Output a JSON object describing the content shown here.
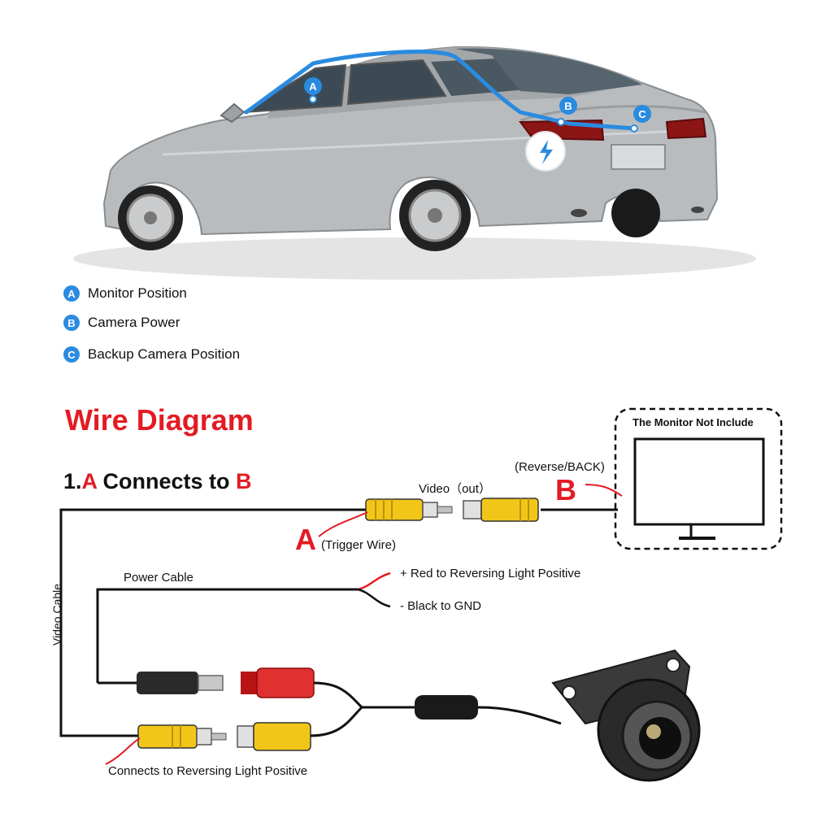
{
  "legend": [
    {
      "badge": "A",
      "text": "Monitor Position"
    },
    {
      "badge": "B",
      "text": "Camera Power"
    },
    {
      "badge": "C",
      "text": "Backup Camera Position"
    }
  ],
  "car_markers": {
    "a": "A",
    "b": "B",
    "c": "C"
  },
  "diagram": {
    "title": "Wire Diagram",
    "step_prefix": "1.",
    "step_a": "A",
    "step_middle": " Connects to ",
    "step_b": "B",
    "monitor_note": "The Monitor Not Include",
    "reverse_label": "(Reverse/BACK)",
    "video_out": "Video（out）",
    "b_letter": "B",
    "a_letter": "A",
    "trigger_wire": "(Trigger Wire)",
    "power_cable": "Power Cable",
    "red_wire": "+ Red to Reversing Light Positive",
    "black_wire": "- Black to GND",
    "video_cable": "Video Cable",
    "reversing_light": "Connects to Reversing Light Positive"
  },
  "colors": {
    "accent_red": "#e31b23",
    "marker_blue": "#2a8be0",
    "rca_yellow": "#f2c619"
  }
}
